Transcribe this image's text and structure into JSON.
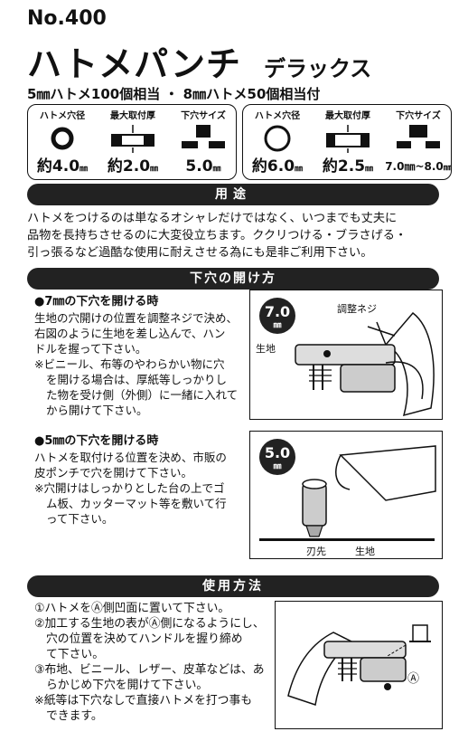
{
  "header": {
    "model_number": "No.400",
    "title": "ハトメパンチ",
    "subtitle": "デラックス",
    "tagline": "5㎜ハトメ100個相当 ・ 8㎜ハトメ50個相当付"
  },
  "specs": [
    {
      "items": [
        {
          "label": "ハトメ穴径",
          "value": "約4.0",
          "unit": "㎜"
        },
        {
          "label": "最大取付厚",
          "value": "約2.0",
          "unit": "㎜"
        },
        {
          "label": "下穴サイズ",
          "value": "5.0",
          "unit": "㎜"
        }
      ]
    },
    {
      "items": [
        {
          "label": "ハトメ穴径",
          "value": "約6.0",
          "unit": "㎜"
        },
        {
          "label": "最大取付厚",
          "value": "約2.5",
          "unit": "㎜"
        },
        {
          "label": "下穴サイズ",
          "value": "7.0㎜~8.0",
          "unit": "㎜"
        }
      ]
    }
  ],
  "usage": {
    "heading": "用途",
    "text": "ハトメをつけるのは単なるオシャレだけではなく、いつまでも丈夫に品物を長持ちさせるのに大変役立ちます。ククリつける・ブラさげる・引っ張るなど過酷な使用に耐えさせる為にも是非ご利用下さい。",
    "lines": [
      "ハトメをつけるのは単なるオシャレだけではなく、いつまでも丈夫に",
      "品物を長持ちさせるのに大変役立ちます。ククリつける・ブラさげる・",
      "引っ張るなど過酷な使用に耐えさせる為にも是非ご利用下さい。"
    ]
  },
  "pilot_hole": {
    "heading": "下穴の開け方",
    "case7": {
      "title": "●7㎜の下穴を開ける時",
      "lines": [
        "生地の穴開けの位置を調整ネジで決め、",
        "右図のように生地を差し込んで、ハン",
        "ドルを握って下さい。"
      ],
      "note_lines": [
        "※ビニール、布等のやわらかい物に穴",
        "を開ける場合は、厚紙等しっかりし",
        "た物を受け側（外側）に一緒に入れて",
        "から開けて下さい。"
      ],
      "badge": "7.0",
      "badge_unit": "㎜",
      "label_screw": "調整ネジ",
      "label_fabric": "生地"
    },
    "case5": {
      "title": "●5㎜の下穴を開ける時",
      "lines": [
        "ハトメを取付ける位置を決め、市販の",
        "皮ポンチで穴を開けて下さい。"
      ],
      "note_lines": [
        "※穴開けはしっかりとした台の上でゴ",
        "ム板、カッターマット等を敷いて行",
        "って下さい。"
      ],
      "badge": "5.0",
      "badge_unit": "㎜",
      "label_blade": "刃先",
      "label_fabric": "生地"
    }
  },
  "how_to_use": {
    "heading": "使用方法",
    "steps": [
      {
        "lines": [
          "①ハトメをⒶ側凹面に置いて下さい。"
        ]
      },
      {
        "lines": [
          "②加工する生地の表がⒶ側になるようにし、",
          "穴の位置を決めてハンドルを握り締め",
          "て下さい。"
        ]
      },
      {
        "lines": [
          "③布地、ビニール、レザー、皮革などは、あ",
          "らかじめ下穴を開けて下さい。"
        ]
      },
      {
        "lines": [
          "※紙等は下穴なしで直接ハトメを打つ事も",
          "できます。"
        ]
      }
    ],
    "label_a": "Ⓐ"
  },
  "colors": {
    "ink": "#111111",
    "band": "#222222"
  }
}
